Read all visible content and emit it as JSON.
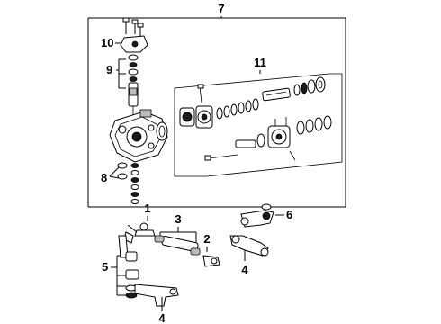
{
  "diagram": {
    "callouts": {
      "c1": "1",
      "c2": "2",
      "c3": "3",
      "c4a": "4",
      "c4b": "4",
      "c5": "5",
      "c6": "6",
      "c7": "7",
      "c8": "8",
      "c9": "9",
      "c10": "10",
      "c11": "11"
    },
    "colors": {
      "ink": "#000000",
      "background": "#ffffff",
      "shading": "#bdbdbd"
    }
  }
}
